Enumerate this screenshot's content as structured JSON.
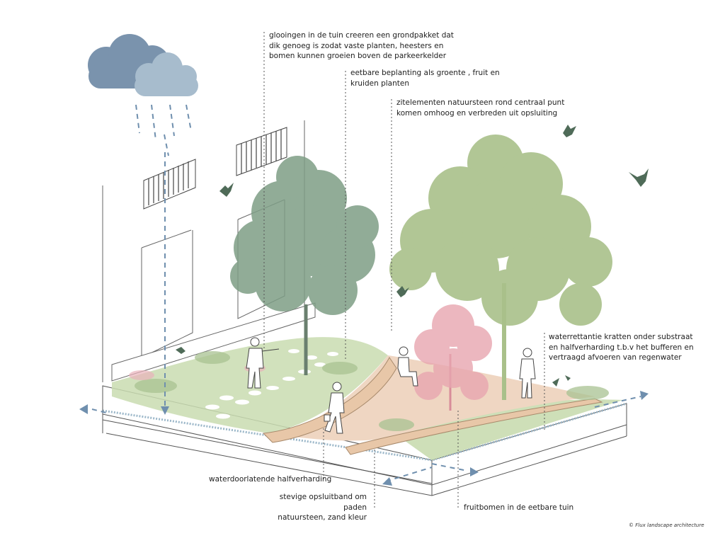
{
  "annotations": {
    "grondpakket": "glooingen in de tuin creeren een grondpakket dat\ndik genoeg is zodat vaste planten, heesters en\nbomen kunnen groeien boven de parkeerkelder",
    "eetbare": "eetbare beplanting  als groente , fruit en\nkruiden planten",
    "zitelementen": "zitelementen natuursteen rond centraal punt\nkomen omhoog en verbreden uit opsluiting",
    "waterretentie": "waterrettantie kratten onder substraat\nen halfverharding t.b.v het bufferen en\nvertraagd afvoeren van regenwater",
    "halfverharding": "waterdoorlatende  halfverharding",
    "opsluitband": "stevige opsluitband om paden\nnatuursteen, zand kleur",
    "fruitbomen": "fruitbomen in de eetbare tuin"
  },
  "credit": "© Flux landscape architecture",
  "colors": {
    "cloud_dark": "#7a93ad",
    "cloud_light": "#a7bccd",
    "rain": "#6f8fae",
    "tree_dark": "#7e9e86",
    "tree_light": "#a9c08a",
    "tree_pink": "#e8a6b0",
    "lawn": "#c9dcb0",
    "path": "#efd6c2",
    "bird": "#4f6b58",
    "leader": "#555555"
  }
}
